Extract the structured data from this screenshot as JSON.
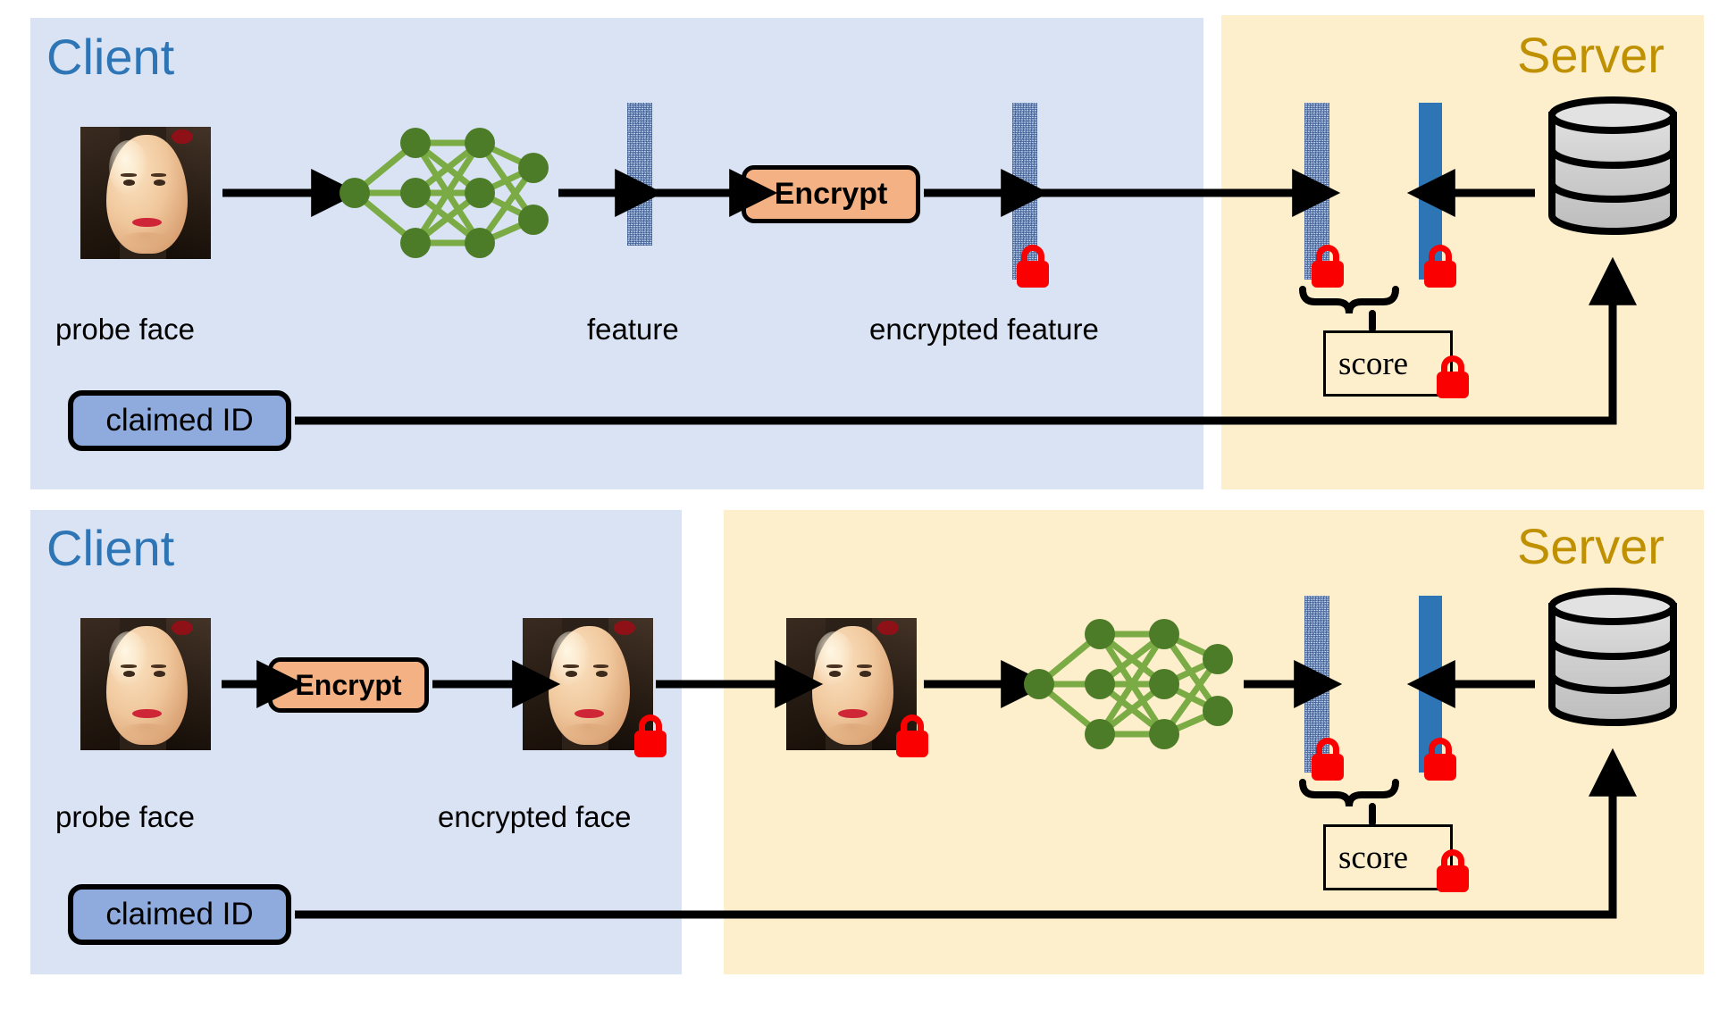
{
  "figure": {
    "type": "diagram",
    "description": "Two privacy-preserving face recognition pipelines: feature-level encryption (top) and image-level encryption (bottom)"
  },
  "colors": {
    "client_panel": "#dae3f3",
    "server_panel": "#fdeecc",
    "client_label": "#2e75b6",
    "server_label": "#bf9000",
    "encrypt_box": "#f4b183",
    "claimed_id_box": "#8faadc",
    "network_node": "#4c7c28",
    "network_edge": "#7aab45",
    "feature_bar": "#8fb0dd",
    "gallery_bar": "#2e75b6",
    "lock": "#fa0000",
    "database": "#cccccc",
    "arrow": "#000000"
  },
  "rows": [
    {
      "id": "row-feature-encryption",
      "client": {
        "title": "Client",
        "captions": [
          "probe face",
          "feature",
          "encrypted feature"
        ],
        "encrypt_label": "Encrypt",
        "claimed_id_label": "claimed ID"
      },
      "server": {
        "title": "Server",
        "score_label": "score"
      }
    },
    {
      "id": "row-image-encryption",
      "client": {
        "title": "Client",
        "captions": [
          "probe face",
          "encrypted face"
        ],
        "encrypt_label": "Encrypt",
        "claimed_id_label": "claimed ID"
      },
      "server": {
        "title": "Server",
        "score_label": "score"
      }
    }
  ],
  "icons": {
    "lock": "padlock-icon",
    "database": "database-cylinder-icon",
    "network": "neural-network-icon",
    "brace": "curly-brace-icon",
    "arrow": "arrow-right-icon"
  }
}
